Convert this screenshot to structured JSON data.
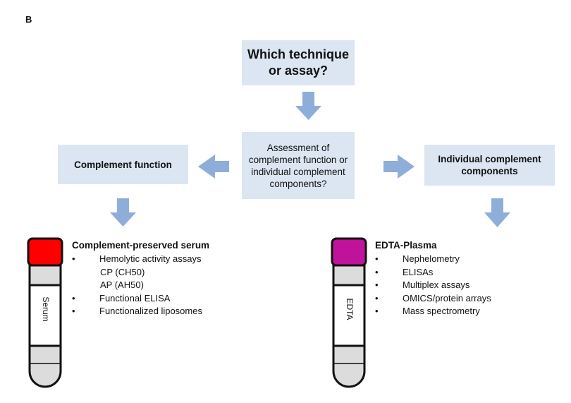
{
  "panel_label": "B",
  "question_box": {
    "line1": "Which technique",
    "line2": "or assay?"
  },
  "assessment_box": {
    "line1": "Assessment of",
    "line2": "complement function or",
    "line3": "individual complement",
    "line4": "components?"
  },
  "function_box": {
    "label": "Complement function"
  },
  "components_box": {
    "line1": "Individual complement",
    "line2": "components"
  },
  "arrow_color": "#8fadd9",
  "box_color": "#dce6f2",
  "serum": {
    "title": "Complement-preserved serum",
    "tube_label": "Serum",
    "cap_color": "#ff0000",
    "items": [
      {
        "bullet": "•",
        "text": "Hemolytic activity assays"
      },
      {
        "bullet": "",
        "text": "CP (CH50)"
      },
      {
        "bullet": "",
        "text": "AP (AH50)"
      },
      {
        "bullet": "•",
        "text": "Functional ELISA"
      },
      {
        "bullet": "•",
        "text": "Functionalized liposomes"
      }
    ]
  },
  "plasma": {
    "title": "EDTA-Plasma",
    "tube_label": "EDTA",
    "cap_color": "#c0139a",
    "items": [
      {
        "bullet": "•",
        "text": "Nephelometry"
      },
      {
        "bullet": "•",
        "text": "ELISAs"
      },
      {
        "bullet": "•",
        "text": "Multiplex assays"
      },
      {
        "bullet": "•",
        "text": "OMICS/protein arrays"
      },
      {
        "bullet": "•",
        "text": "Mass spectrometry"
      }
    ]
  }
}
